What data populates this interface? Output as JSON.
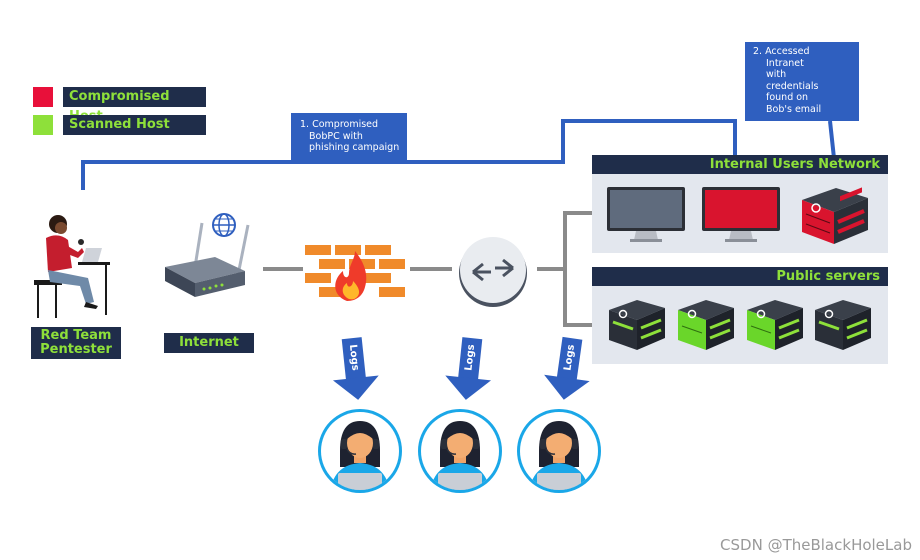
{
  "legend": {
    "compromised": {
      "label": "Compromised Host",
      "color": "#e8103a"
    },
    "scanned": {
      "label": "Scanned Host",
      "color": "#8ee03a"
    }
  },
  "actors": {
    "pentester": {
      "line1": "Red Team",
      "line2": "Pentester"
    },
    "internet": {
      "label": "Internet"
    }
  },
  "annotations": {
    "step1": {
      "line1": "1. Compromised",
      "line2": "BobPC with",
      "line3": "phishing campaign"
    },
    "step2": {
      "line1": "2.  Accessed",
      "line2": "Intranet",
      "line3": "with",
      "line4": "credentials",
      "line5": "found on",
      "line6": "Bob's email"
    }
  },
  "zones": {
    "internal": {
      "title": "Internal Users Network"
    },
    "public": {
      "title": "Public servers"
    }
  },
  "logs": {
    "label": "Logs"
  },
  "watermark": "CSDN @TheBlackHoleLab",
  "colors": {
    "navy": "#1f2d4a",
    "blue": "#2f5fbf",
    "green": "#8ee03a",
    "red": "#e8103a"
  }
}
